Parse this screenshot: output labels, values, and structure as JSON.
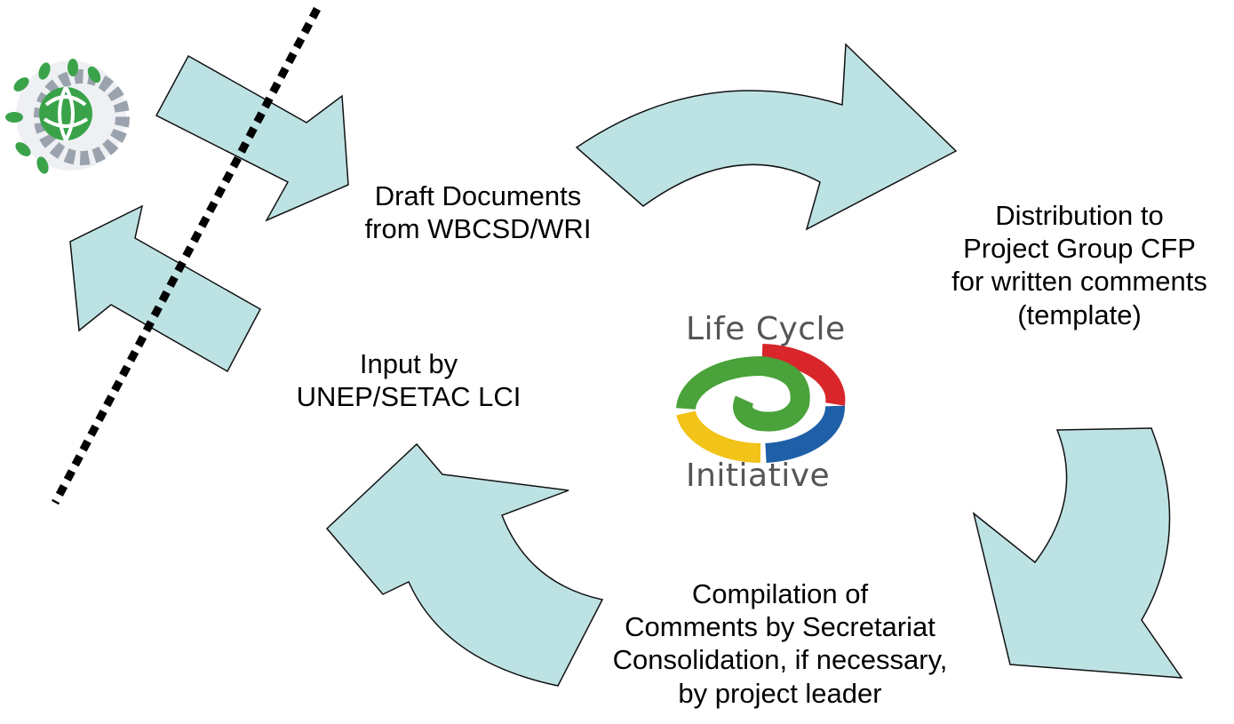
{
  "nodes": {
    "draft": {
      "lines": [
        "Draft Documents",
        "from WBCSD/WRI"
      ]
    },
    "distribution": {
      "lines": [
        "Distribution to",
        "Project Group CFP",
        "for written comments",
        "(template)"
      ]
    },
    "compilation": {
      "lines": [
        "Compilation of",
        "Comments by Secretariat",
        "Consolidation, if necessary,",
        "by project leader"
      ]
    },
    "input": {
      "lines": [
        "Input by",
        "UNEP/SETAC LCI"
      ]
    }
  },
  "logo": {
    "line1": "Life Cycle",
    "line2": "Initiative"
  },
  "colors": {
    "arrow_fill": "#bde2e4",
    "arrow_stroke": "#111111",
    "logo_red": "#d8262a",
    "logo_green": "#4aa23a",
    "logo_yellow": "#f2c318",
    "logo_blue": "#1f5fa8",
    "emblem_green": "#3aa34a",
    "emblem_gray": "#9aa3ad"
  }
}
